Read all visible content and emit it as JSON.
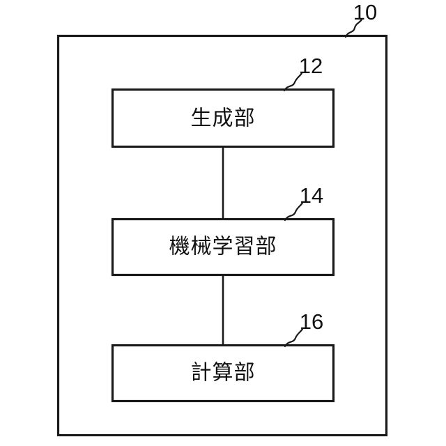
{
  "figure": {
    "type": "patent-block-diagram",
    "background_color": "#ffffff",
    "line_color": "#1a1a1a",
    "text_color": "#111111",
    "outer_container": {
      "reference_numeral": "10",
      "label": ""
    },
    "blocks": [
      {
        "id": "generation-unit",
        "label": "生成部",
        "reference_numeral": "12"
      },
      {
        "id": "machine-learning-unit",
        "label": "機械学習部",
        "reference_numeral": "14"
      },
      {
        "id": "calculation-unit",
        "label": "計算部",
        "reference_numeral": "16"
      }
    ],
    "connectors": [
      {
        "from": "generation-unit",
        "to": "machine-learning-unit"
      },
      {
        "from": "machine-learning-unit",
        "to": "calculation-unit"
      }
    ]
  }
}
